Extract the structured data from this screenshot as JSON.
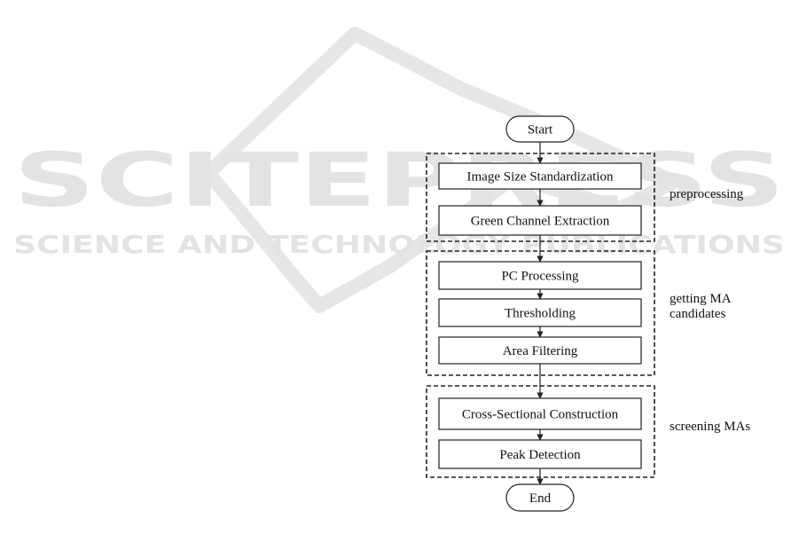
{
  "watermark": {
    "name": "SCITEPRESS",
    "tagline": "SCIENCE AND TECHNOLOGY PUBLICATIONS"
  },
  "flowchart": {
    "start": "Start",
    "end": "End",
    "groups": [
      {
        "label_lines": [
          "preprocessing"
        ],
        "steps": [
          "Image Size Standardization",
          "Green Channel Extraction"
        ]
      },
      {
        "label_lines": [
          "getting MA",
          "candidates"
        ],
        "steps": [
          "PC Processing",
          "Thresholding",
          "Area Filtering"
        ]
      },
      {
        "label_lines": [
          "screening MAs"
        ],
        "steps": [
          "Cross-Sectional Construction",
          "Peak Detection"
        ]
      }
    ]
  },
  "colors": {
    "stroke": "#222222",
    "watermark": "#e3e3e3"
  }
}
